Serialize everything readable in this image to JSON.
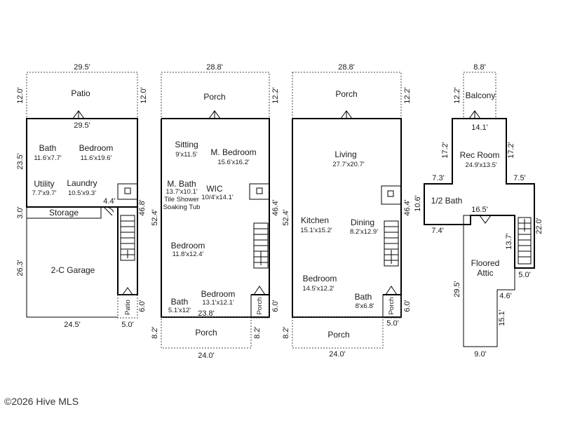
{
  "colors": {
    "wall": "#000000",
    "outline": "#444444",
    "text": "#1a1a1a"
  },
  "plans": {
    "p1": {
      "top_width": "29.5'",
      "patio": "Patio",
      "patio_depth_l": "12.0'",
      "patio_depth_r": "12.0'",
      "house_width": "29.5'",
      "bath": "Bath",
      "bath_dim": "11.6'x7.7'",
      "bedroom": "Bedroom",
      "bedroom_dim": "11.6'x19.6'",
      "utility": "Utility",
      "utility_dim": "7.7'x9.7'",
      "laundry": "Laundry",
      "laundry_dim": "10.5'x9.3'",
      "left_depth_upper": "23.5'",
      "right_depth": "46.8'",
      "step_dim": "4.4'",
      "storage": "Storage",
      "storage_depth": "3.0'",
      "garage": "2-C Garage",
      "garage_depth": "26.3'",
      "garage_width": "24.5'",
      "side_patio": "Patio",
      "side_patio_depth": "6.0'",
      "side_patio_width": "5.0'"
    },
    "p2": {
      "top_width": "28.8'",
      "porch_top": "Porch",
      "porch_depth": "12.2'",
      "sitting": "Sitting",
      "sitting_dim": "9'x11.5'",
      "mbed": "M. Bedroom",
      "mbed_dim": "15.6'x16.2'",
      "mbath": "M. Bath",
      "mbath_dim": "13.7'x10.1'",
      "mbath_note1": "Tile Shower",
      "mbath_note2": "Soaking Tub",
      "wic": "WIC",
      "wic_dim": "10/4'x14.1'",
      "left_depth": "52.4'",
      "right_depth": "46.4'",
      "bedroom": "Bedroom",
      "bedroom_dim": "11.8'x12.4'",
      "bath": "Bath",
      "bath_dim": "5.1'x12'",
      "bedroom2": "Bedroom",
      "bedroom2_dim": "13.1'x12.1'",
      "side_porch": "Porch",
      "side_porch_depth": "6.0'",
      "bottom_width": "23.8'",
      "porch_bottom": "Porch",
      "porch_bottom_depth_l": "8.2'",
      "porch_bottom_depth_r": "8.2'",
      "porch_bottom_width": "24.0'"
    },
    "p3": {
      "top_width": "28.8'",
      "porch_top": "Porch",
      "porch_depth": "12.2'",
      "living": "Living",
      "living_dim": "27.7'x20.7'",
      "kitchen": "Kitchen",
      "kitchen_dim": "15.1'x15.2'",
      "dining": "Dining",
      "dining_dim": "8.2'x12.9'",
      "left_depth": "52.4'",
      "right_depth": "46.4'",
      "bedroom": "Bedroom",
      "bedroom_dim": "14.5'x12.2'",
      "bath": "Bath",
      "bath_dim": "8'x6.8'",
      "side_porch": "Porch",
      "side_porch_depth": "6.0'",
      "side_porch_width": "5.0'",
      "porch_bottom": "Porch",
      "porch_bottom_depth": "8.2'",
      "porch_bottom_width": "24.0'"
    },
    "p4": {
      "top_width": "8.8'",
      "balcony": "Balcony",
      "balcony_depth": "12.2'",
      "rec_width": "14.1'",
      "rec": "Rec Room",
      "rec_dim": "24.9'x13.5'",
      "rec_depth_l": "17.2'",
      "rec_depth_r": "17.2'",
      "left_ext": "7.3'",
      "right_ext": "7.5'",
      "half_bath": "1/2 Bath",
      "half_bath_depth": "10.6'",
      "mid_width": "16.5'",
      "left_step": "7.4'",
      "right_depth": "22.0'",
      "stair_depth": "13.7'",
      "stair_width": "5.0'",
      "attic": "Floored",
      "attic2": "Attic",
      "attic_depth": "29.5'",
      "notch_width": "4.6'",
      "notch_depth": "15.1'",
      "bottom_width": "9.0'"
    }
  },
  "footer": "©2026 Hive MLS"
}
